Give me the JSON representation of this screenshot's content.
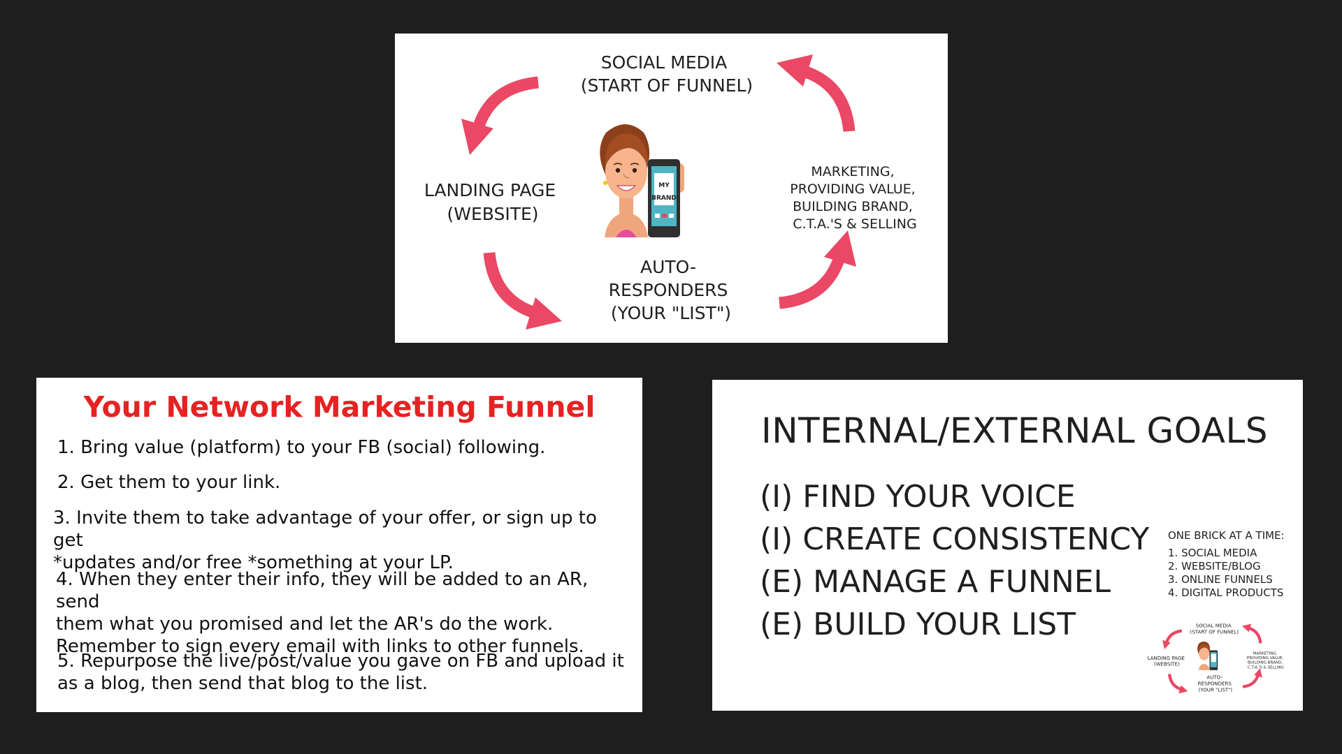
{
  "colors": {
    "background": "#1e1e1e",
    "card": "#ffffff",
    "arrow": "#ea4864",
    "heading_red": "#e62222",
    "text": "#1f1f1f"
  },
  "cycle": {
    "social": [
      "SOCIAL MEDIA",
      "(START OF FUNNEL)"
    ],
    "landing": [
      "LANDING PAGE",
      "(WEBSITE)"
    ],
    "auto": [
      "AUTO-",
      "RESPONDERS",
      "(YOUR \"LIST\")"
    ],
    "marketing": [
      "MARKETING,",
      "PROVIDING VALUE,",
      "BUILDING BRAND,",
      "C.T.A.'S & SELLING"
    ],
    "phone_text": [
      "MY",
      "BRAND"
    ]
  },
  "funnel": {
    "title": "Your Network Marketing Funnel",
    "steps": [
      [
        "1. Bring value (platform) to your FB (social) following."
      ],
      [
        "2. Get them to your link."
      ],
      [
        "3. Invite them to take advantage of your offer, or sign up to get",
        "*updates and/or free *something at your LP."
      ],
      [
        "4. When they enter their info, they will be added to an AR, send",
        "them what you promised and let the AR's do the work.",
        "Remember to sign every email with links to other funnels."
      ],
      [
        "5. Repurpose the live/post/value you gave on FB and upload it",
        "as a blog, then send that blog to the list."
      ]
    ]
  },
  "goals": {
    "title": "INTERNAL/EXTERNAL GOALS",
    "items": [
      "(I) FIND YOUR VOICE",
      "(I) CREATE CONSISTENCY",
      "(E) MANAGE A FUNNEL",
      "(E) BUILD YOUR LIST"
    ],
    "brick_title": "ONE BRICK AT A TIME:",
    "brick_items": [
      "1. SOCIAL MEDIA",
      "2. WEBSITE/BLOG",
      "3. ONLINE FUNNELS",
      "4. DIGITAL PRODUCTS"
    ]
  }
}
